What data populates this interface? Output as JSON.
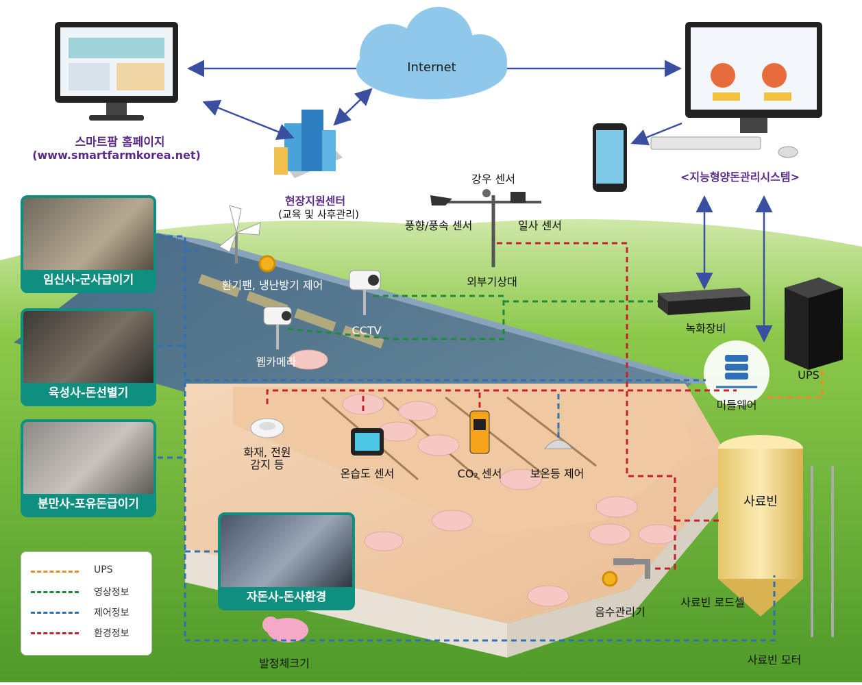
{
  "cloud_label": "Internet",
  "homepage": {
    "title": "스마트팜 홈페이지",
    "url": "(www.smartfarmkorea.net)"
  },
  "support_center": {
    "title": "현장지원센터",
    "subtitle": "(교육 및 사후관리)"
  },
  "system": {
    "title": "<지능형양돈관리시스템>"
  },
  "weather": {
    "rain": "강우 센서",
    "wind": "풍향/풍속 센서",
    "solar": "일사 센서",
    "station": "외부기상대"
  },
  "devices": {
    "fan_control": "환기팬, 냉난방기 제어",
    "cctv": "CCTV",
    "webcam": "웹카메라",
    "recorder": "녹화장비",
    "ups": "UPS",
    "middleware": "미들웨어",
    "fire_sensor": "화재, 전원\n감지 등",
    "humidity_sensor": "온습도 센서",
    "co2_sensor": "CO₂ 센서",
    "heat_lamp": "보온등 제어",
    "feed_bin": "사료빈",
    "load_cell": "사료빈 로드셀",
    "water_manager": "음수관리기",
    "estrus_checker": "발정체크기",
    "feed_motor": "사료빈 모터"
  },
  "panels": [
    {
      "caption": "임신사-군사급이기"
    },
    {
      "caption": "육성사-돈선별기"
    },
    {
      "caption": "분만사-포유돈급이기"
    },
    {
      "caption": "자돈사-돈사환경"
    }
  ],
  "legend": [
    {
      "label": "UPS",
      "color": "#f08a24"
    },
    {
      "label": "영상정보",
      "color": "#1f8a3a"
    },
    {
      "label": "제어정보",
      "color": "#2f6fb5"
    },
    {
      "label": "환경정보",
      "color": "#c8202a"
    }
  ],
  "colors": {
    "sky": "#ffffff",
    "grass": "#7cbf3c",
    "cloud": "#8fc8ea",
    "panel_teal": "#0e8f80",
    "arrow_blue": "#3a4fa0"
  }
}
